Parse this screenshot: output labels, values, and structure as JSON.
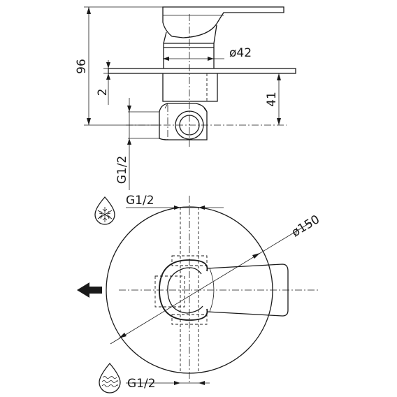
{
  "side_view": {
    "dim_total_height": "96",
    "dim_plate_thickness": "2",
    "dim_body_diameter": "ø42",
    "dim_body_depth": "41",
    "dim_thread_side": "G1/2"
  },
  "top_view": {
    "dim_thread_cold": "G1/2",
    "dim_plate_diameter": "ø150",
    "dim_thread_hot": "G1/2"
  },
  "icons": {
    "cold": "snowflake-drop-icon",
    "hot": "hot-water-drop-icon",
    "flow": "arrow-left-icon"
  }
}
